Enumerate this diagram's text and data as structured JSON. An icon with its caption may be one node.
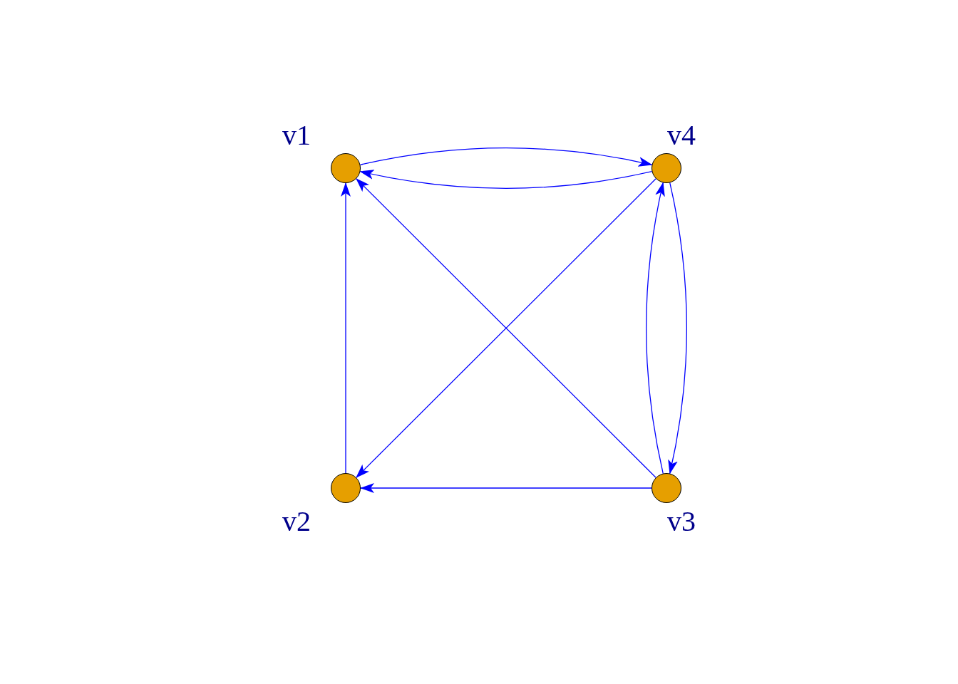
{
  "diagram": {
    "nodes": [
      {
        "text": [
          "v1"
        ]
      },
      {
        "text": [
          "v2"
        ]
      },
      {
        "text": [
          "v3"
        ]
      },
      {
        "text": [
          "v4"
        ]
      }
    ],
    "edges": [
      {
        "from": 0,
        "to": 3,
        "arrow": "to"
      },
      {
        "from": 3,
        "to": 0,
        "arrow": "to"
      },
      {
        "from": 1,
        "to": 0,
        "arrow": "to"
      },
      {
        "from": 2,
        "to": 0,
        "arrow": "to"
      },
      {
        "from": 3,
        "to": 1,
        "arrow": "to"
      },
      {
        "from": 2,
        "to": 1,
        "arrow": "to"
      },
      {
        "from": 2,
        "to": 3,
        "arrow": "to"
      },
      {
        "from": 3,
        "to": 2,
        "arrow": "to"
      }
    ]
  }
}
